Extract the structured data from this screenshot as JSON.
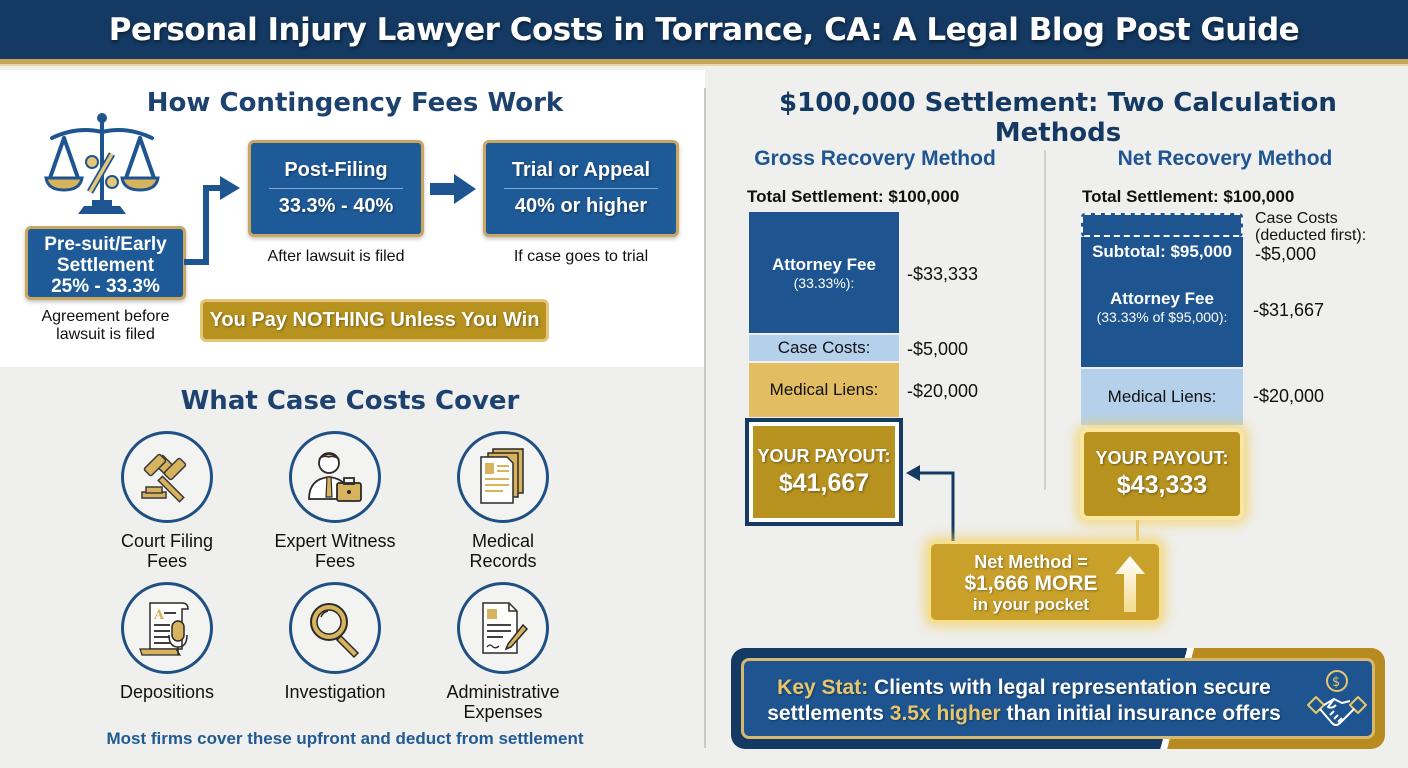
{
  "header": {
    "title": "Personal Injury Lawyer Costs in Torrance, CA: A Legal Blog Post Guide"
  },
  "contingency": {
    "title": "How Contingency Fees Work",
    "tiers": [
      {
        "name": "Pre-suit/Early Settlement",
        "name_line1": "Pre-suit/Early",
        "name_line2": "Settlement",
        "range": "25% - 33.3%",
        "caption_line1": "Agreement before",
        "caption_line2": "lawsuit is filed"
      },
      {
        "name": "Post-Filing",
        "range": "33.3% - 40%",
        "caption": "After lawsuit is filed"
      },
      {
        "name": "Trial or Appeal",
        "range": "40% or higher",
        "caption": "If case goes to trial"
      }
    ],
    "banner": "You Pay NOTHING Unless You Win"
  },
  "case_costs": {
    "title": "What Case Costs Cover",
    "items": [
      {
        "icon": "gavel-icon",
        "line1": "Court Filing",
        "line2": "Fees"
      },
      {
        "icon": "expert-witness-icon",
        "line1": "Expert Witness",
        "line2": "Fees"
      },
      {
        "icon": "medical-records-icon",
        "line1": "Medical",
        "line2": "Records"
      },
      {
        "icon": "deposition-icon",
        "line1": "Depositions",
        "line2": ""
      },
      {
        "icon": "magnifier-icon",
        "line1": "Investigation",
        "line2": ""
      },
      {
        "icon": "document-pen-icon",
        "line1": "Administrative",
        "line2": "Expenses"
      }
    ],
    "footnote": "Most firms cover these upfront and deduct from settlement"
  },
  "settlement": {
    "title": "$100,000 Settlement: Two Calculation Methods",
    "gross": {
      "title": "Gross Recovery Method",
      "total": "Total Settlement: $100,000",
      "rows": [
        {
          "label": "Attorney Fee",
          "sub": "(33.33%):",
          "amount": "-$33,333"
        },
        {
          "label": "Case Costs:",
          "amount": "-$5,000"
        },
        {
          "label": "Medical Liens:",
          "amount": "-$20,000"
        }
      ],
      "payout_label": "YOUR PAYOUT:",
      "payout_value": "$41,667"
    },
    "net": {
      "title": "Net Recovery Method",
      "total": "Total Settlement: $100,000",
      "case_costs_label_line1": "Case Costs",
      "case_costs_label_line2": "(deducted first):",
      "case_costs_amount": "-$5,000",
      "subtotal": "Subtotal: $95,000",
      "rows": [
        {
          "label": "Attorney Fee",
          "sub": "(33.33% of $95,000):",
          "amount": "-$31,667"
        },
        {
          "label": "Medical Liens:",
          "amount": "-$20,000"
        }
      ],
      "payout_label": "YOUR PAYOUT:",
      "payout_value": "$43,333"
    },
    "difference": {
      "line1": "Net Method =",
      "line2": "$1,666 MORE",
      "line3": "in your pocket"
    }
  },
  "key_stat": {
    "label": "Key Stat:",
    "text_a": " Clients with legal representation secure",
    "text_b": "settlements ",
    "highlight": "3.5x higher",
    "text_c": " than initial insurance offers"
  },
  "colors": {
    "navy": "#143962",
    "blue": "#1e5a97",
    "light_blue": "#b5d0ea",
    "gold": "#c9a55a",
    "gold_dark": "#b7921f",
    "tan": "#e2bd62"
  }
}
